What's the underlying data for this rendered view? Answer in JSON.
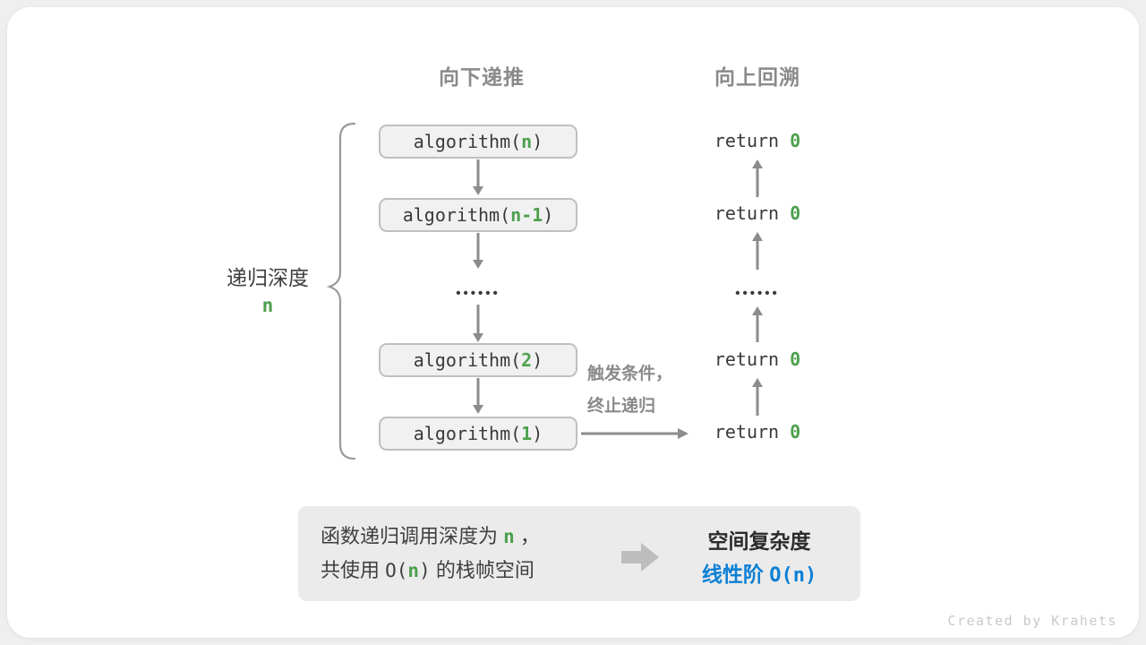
{
  "colors": {
    "green": "#4ca04e",
    "blue": "#0d80d5",
    "gray": "#8a8a8a",
    "dark": "#3a3a3a",
    "arrow": "#8c8c8c",
    "box-border": "#bfbfbf",
    "box-fill": "#f1f1f1",
    "summary-bg": "#ebebeb",
    "watermark": "#c9c9c9"
  },
  "headers": {
    "down": "向下递推",
    "up": "向上回溯"
  },
  "depth": {
    "label": "递归深度",
    "var": "n"
  },
  "stack": {
    "boxes": [
      {
        "pre": "algorithm(",
        "arg": "n",
        "post": ")"
      },
      {
        "pre": "algorithm(",
        "arg": "n-1",
        "post": ")"
      },
      {
        "pre": "algorithm(",
        "arg": "2",
        "post": ")"
      },
      {
        "pre": "algorithm(",
        "arg": "1",
        "post": ")"
      }
    ],
    "ellipsis": "••••••"
  },
  "returns": {
    "items": [
      {
        "pre": "return ",
        "val": "0"
      },
      {
        "pre": "return ",
        "val": "0"
      },
      {
        "pre": "return ",
        "val": "0"
      },
      {
        "pre": "return ",
        "val": "0"
      }
    ],
    "ellipsis": "••••••"
  },
  "trigger": {
    "line1": "触发条件，",
    "line2": "终止递归"
  },
  "summary": {
    "line1_pre": "函数递归调用深度为 ",
    "line1_var": "n",
    "line1_post": " ，",
    "line2_pre": "共使用 ",
    "code_pre": "O(",
    "code_var": "n",
    "code_post": ")",
    "line2_post": " 的栈帧空间",
    "result_title": "空间复杂度",
    "result_pre": "线性阶 ",
    "result_code": "O(n)"
  },
  "watermark": "Created by Krahets"
}
